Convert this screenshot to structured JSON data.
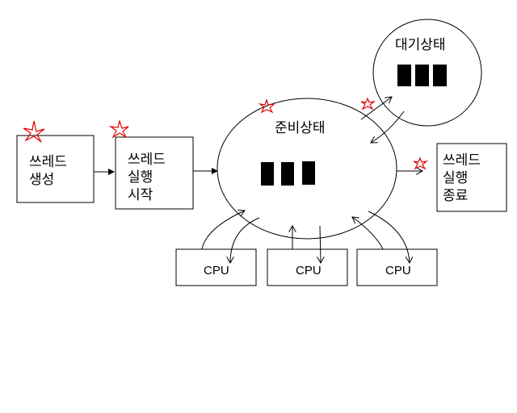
{
  "nodes": {
    "create": {
      "lines": [
        "쓰레드",
        "생성"
      ]
    },
    "start": {
      "lines": [
        "쓰레드",
        "실행",
        "시작"
      ]
    },
    "ready": {
      "label": "준비상태"
    },
    "waiting": {
      "label": "대기상태"
    },
    "end": {
      "lines": [
        "쓰레드",
        "실행",
        "종료"
      ]
    },
    "cpus": [
      {
        "label": "CPU"
      },
      {
        "label": "CPU"
      },
      {
        "label": "CPU"
      }
    ]
  },
  "colors": {
    "line": "#000000",
    "star_marker": "#e00000"
  },
  "icons": {
    "queue_block": "black-rectangle",
    "marker": "red-star-scribble"
  }
}
